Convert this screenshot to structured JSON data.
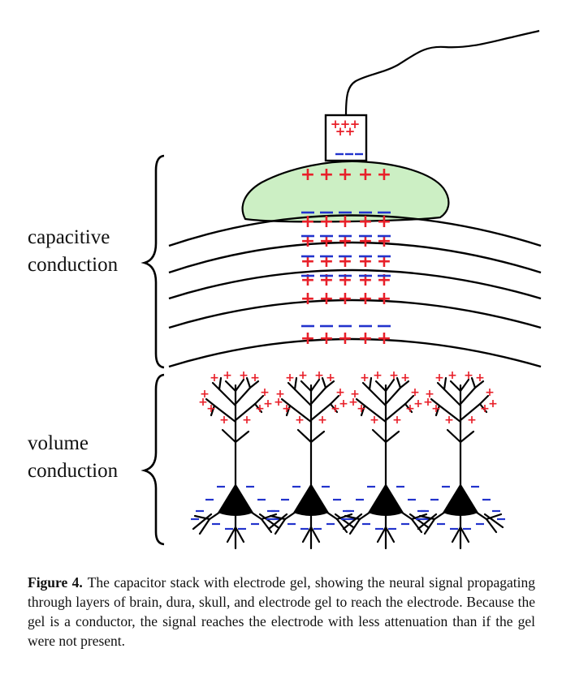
{
  "labels": {
    "capacitive_line1": "capacitive",
    "capacitive_line2": "conduction",
    "volume_line1": "volume",
    "volume_line2": "conduction"
  },
  "caption": {
    "lead": "Figure 4.",
    "text": "The capacitor stack with electrode gel, showing the neural signal propagating through layers of brain, dura, skull, and electrode gel to reach the electrode. Because the gel is a conductor, the signal reaches the electrode with less attenuation than if the gel were not present."
  },
  "symbols": {
    "plus": "+",
    "minus": "–"
  },
  "colors": {
    "gel_fill": "#ccefc4",
    "positive_charge": "#e8202a",
    "negative_charge": "#2233cc",
    "line": "#000000"
  },
  "counts": {
    "neurons": 4,
    "tissue_layers": 5
  }
}
